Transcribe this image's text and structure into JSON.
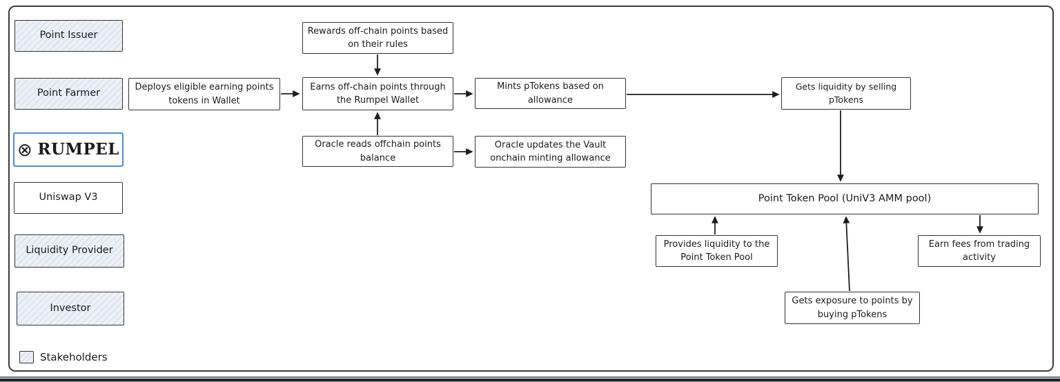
{
  "legend": {
    "label": "Stakeholders"
  },
  "sidebar": {
    "point_issuer": "Point Issuer",
    "point_farmer": "Point Farmer",
    "rumpel_glyph": "⊗",
    "rumpel_label": "RUMPEL",
    "uniswap": "Uniswap V3",
    "liquidity_provider": "Liquidity Provider",
    "investor": "Investor"
  },
  "flow": {
    "rewards": "Rewards off-chain points based on their rules",
    "deploys": "Deploys eligible earning points tokens in Wallet",
    "earns": "Earns off-chain points through the Rumpel Wallet",
    "mints": "Mints pTokens based on allowance",
    "sell": "Gets liquidity by selling pTokens",
    "oracle_reads": "Oracle reads offchain points balance",
    "oracle_updates": "Oracle updates the Vault onchain minting allowance",
    "pool": "Point Token Pool (UniV3 AMM pool)",
    "provides": "Provides liquidity to the Point Token Pool",
    "earn_fees": "Earn fees from trading activity",
    "exposure": "Gets exposure to points by buying pTokens"
  },
  "colors": {
    "stakeholder_fill": "#ecf1f7",
    "stakeholder_hatch": "#d7e2ef",
    "box_border": "#333333",
    "rumpel_border": "#4a8ed0",
    "arrow": "#1e1e1e",
    "frame_border": "#3a3a3a"
  }
}
